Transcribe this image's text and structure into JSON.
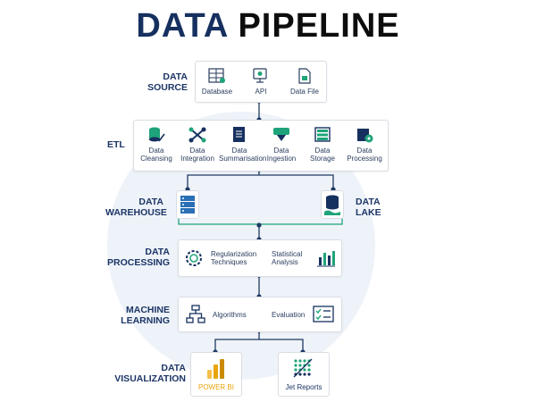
{
  "title": {
    "part1": "DATA",
    "part2": "PIPELINE"
  },
  "stages": {
    "data_source": {
      "label_line1": "DATA",
      "label_line2": "SOURCE",
      "items": [
        "Database",
        "API",
        "Data File"
      ]
    },
    "etl": {
      "label": "ETL",
      "items": [
        {
          "line1": "Data",
          "line2": "Cleansing"
        },
        {
          "line1": "Data",
          "line2": "Integration"
        },
        {
          "line1": "Data",
          "line2": "Summarisation"
        },
        {
          "line1": "Data",
          "line2": "Ingestion"
        },
        {
          "line1": "Data",
          "line2": "Storage"
        },
        {
          "line1": "Data",
          "line2": "Processing"
        }
      ]
    },
    "warehouse": {
      "line1": "DATA",
      "line2": "WAREHOUSE"
    },
    "lake": {
      "line1": "DATA",
      "line2": "LAKE"
    },
    "data_processing": {
      "label_line1": "DATA",
      "label_line2": "PROCESSING",
      "item1_line1": "Regularization",
      "item1_line2": "Techniques",
      "item2_line1": "Statistical",
      "item2_line2": "Analysis"
    },
    "machine_learning": {
      "label_line1": "MACHINE",
      "label_line2": "LEARNING",
      "item1": "Algorithms",
      "item2": "Evaluation"
    },
    "data_visualization": {
      "label_line1": "DATA",
      "label_line2": "VISUALIZATION",
      "tool1": "POWER BI",
      "tool2": "Jet Reports"
    }
  },
  "colors": {
    "navy": "#16305f",
    "teal": "#1fa37a",
    "blue": "#2a6fb5",
    "line": "#1e3a63",
    "powerbi": "#e8a50c"
  }
}
